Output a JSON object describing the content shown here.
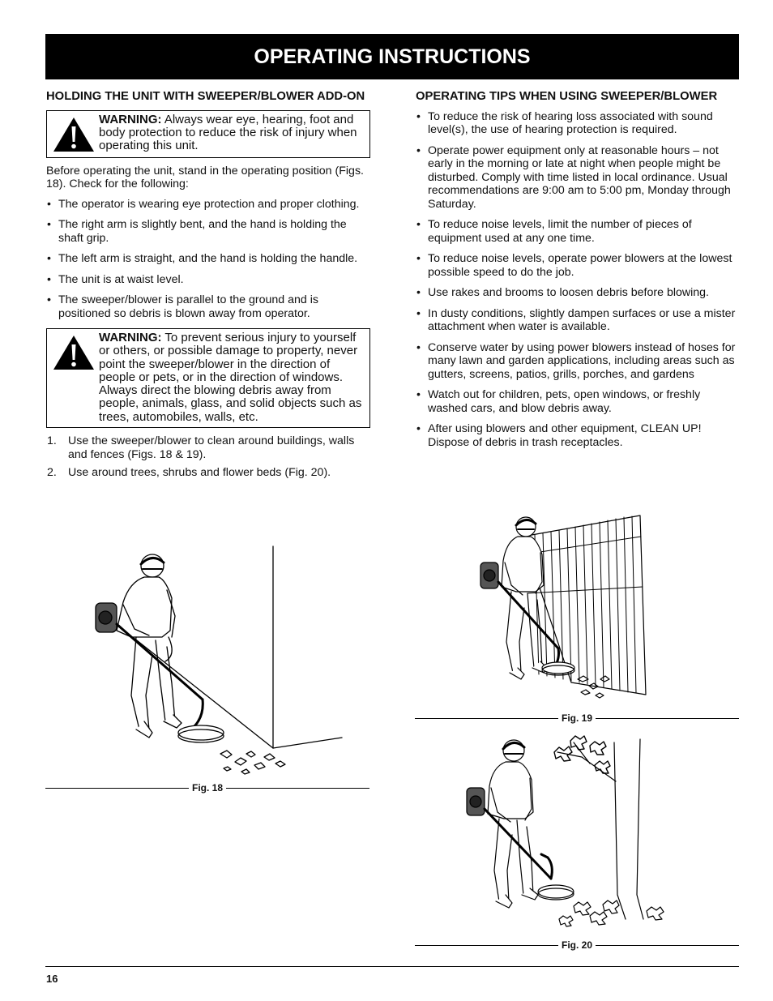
{
  "header": {
    "title": "OPERATING INSTRUCTIONS"
  },
  "left": {
    "heading": "HOLDING THE UNIT WITH SWEEPER/BLOWER ADD-ON",
    "warning1": {
      "label": "WARNING:",
      "text": " Always wear eye, hearing, foot and body protection to reduce the risk of injury when operating this unit."
    },
    "intro": "Before operating the unit, stand in the operating position (Figs. 18). Check for the following:",
    "bullets": [
      "The operator is wearing eye protection and proper clothing.",
      "The right arm is slightly bent, and the hand is holding the shaft grip.",
      "The left arm is straight, and the hand is holding the handle.",
      "The unit is at waist level.",
      "The sweeper/blower is parallel to the ground and is positioned so debris is blown away from operator."
    ],
    "warning2": {
      "label": "WARNING:",
      "text": " To prevent serious injury to yourself or others, or possible damage to property, never point the sweeper/blower in the direction of people or pets, or in the direction of windows. Always direct the blowing debris away from people, animals, glass, and solid objects such as trees, automobiles, walls, etc."
    },
    "steps": [
      {
        "num": "1.",
        "text": "Use the sweeper/blower to clean around buildings, walls and fences (Figs. 18 & 19)."
      },
      {
        "num": "2.",
        "text": "Use around trees, shrubs and flower beds (Fig. 20)."
      }
    ],
    "fig_caption": "Fig. 18"
  },
  "right": {
    "heading": "OPERATING TIPS WHEN USING SWEEPER/BLOWER",
    "bullets": [
      "To reduce the risk of hearing loss associated with sound level(s), the use of hearing protection is required.",
      "Operate power equipment only at reasonable hours – not early in the morning or late at night when people might be disturbed. Comply with time listed in local ordinance. Usual recommendations are 9:00 am to 5:00 pm, Monday through Saturday.",
      "To reduce noise levels, limit the number of pieces of equipment used at any one time.",
      "To reduce noise levels, operate power blowers at the lowest possible speed to do the job.",
      "Use rakes and brooms to loosen debris before blowing.",
      "In dusty conditions, slightly dampen surfaces or use a mister attachment when water is available.",
      "Conserve water by using power blowers instead of hoses for many lawn and garden applications, including areas such as gutters, screens, patios, grills, porches, and gardens",
      "Watch out for children, pets, open windows, or freshly washed cars, and blow debris away.",
      "After using blowers and other equipment, CLEAN UP! Dispose of debris in trash receptacles."
    ],
    "fig19_caption": "Fig. 19",
    "fig20_caption": "Fig. 20"
  },
  "footer": {
    "page_number": "16"
  }
}
